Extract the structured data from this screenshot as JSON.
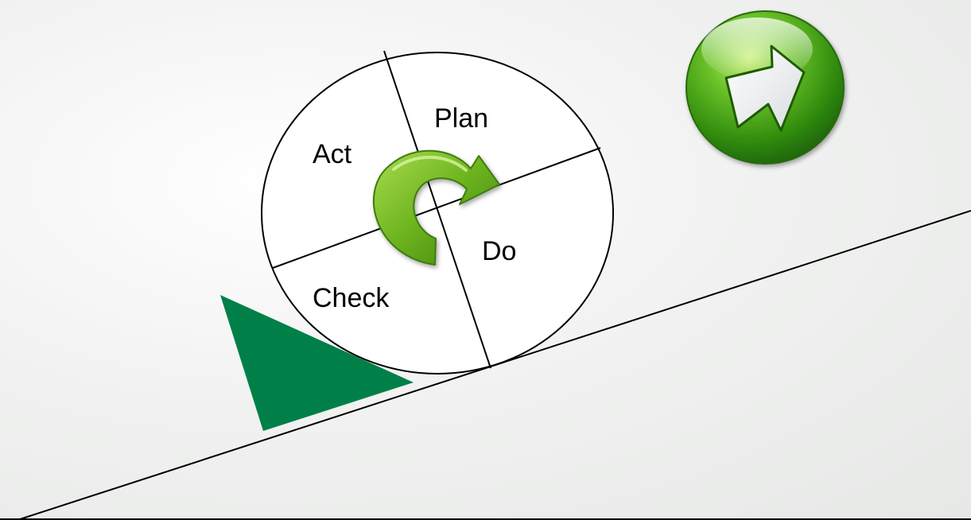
{
  "pdca": {
    "plan": "Plan",
    "do": "Do",
    "check": "Check",
    "act": "Act"
  },
  "icons": {
    "cycle_arrow": "clockwise-cycle-icon",
    "next_button": "next-arrow-icon"
  },
  "colors": {
    "wedge": "#008048",
    "arrow_green": "#6bb21e",
    "arrow_dark": "#3e7d0e",
    "button_green": "#4aa513",
    "line": "#000000",
    "background": "#eef0ee"
  }
}
